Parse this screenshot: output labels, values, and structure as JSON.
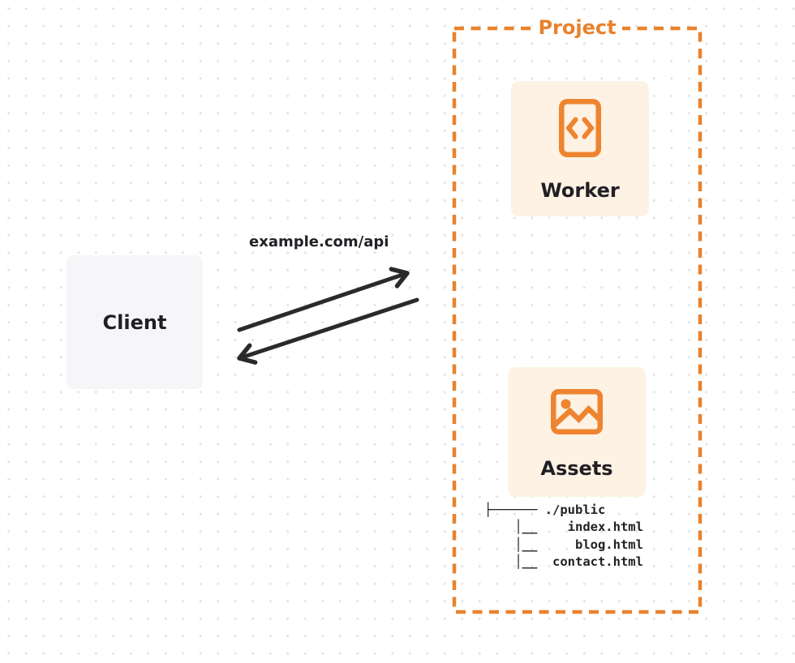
{
  "colors": {
    "accent_orange": "#e8822d",
    "node_fill": "#fdf2e4",
    "client_fill": "#f6f6f8",
    "ink": "#222126",
    "dot_grid": "#e4e4e8"
  },
  "client": {
    "label": "Client"
  },
  "connection": {
    "label": "example.com/api",
    "request_arrow": "client-to-project",
    "response_arrow": "project-to-client"
  },
  "project": {
    "label": "Project",
    "nodes": [
      {
        "label": "Worker",
        "icon": "code-file-icon"
      },
      {
        "label": "Assets",
        "icon": "image-icon"
      }
    ],
    "file_tree": {
      "root": "./public",
      "files": [
        "index.html",
        "blog.html",
        "contact.html"
      ],
      "text": "├────── ./public\n    │__    index.html\n    │__     blog.html\n    │__  contact.html"
    }
  }
}
